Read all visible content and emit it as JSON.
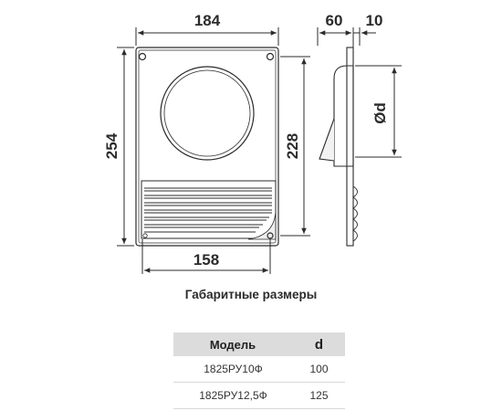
{
  "dimensions": {
    "width_top": "184",
    "height_left": "254",
    "height_inner": "228",
    "width_bottom": "158",
    "depth": "60",
    "thickness": "10",
    "diameter": "Ød"
  },
  "caption": "Габаритные размеры",
  "table": {
    "headers": {
      "model": "Модель",
      "d": "d"
    },
    "rows": [
      {
        "model": "1825РУ10Ф",
        "d": "100"
      },
      {
        "model": "1825РУ12,5Ф",
        "d": "125"
      }
    ]
  },
  "colors": {
    "line": "#2b2b2b",
    "header_bg": "#dcdcdc"
  }
}
